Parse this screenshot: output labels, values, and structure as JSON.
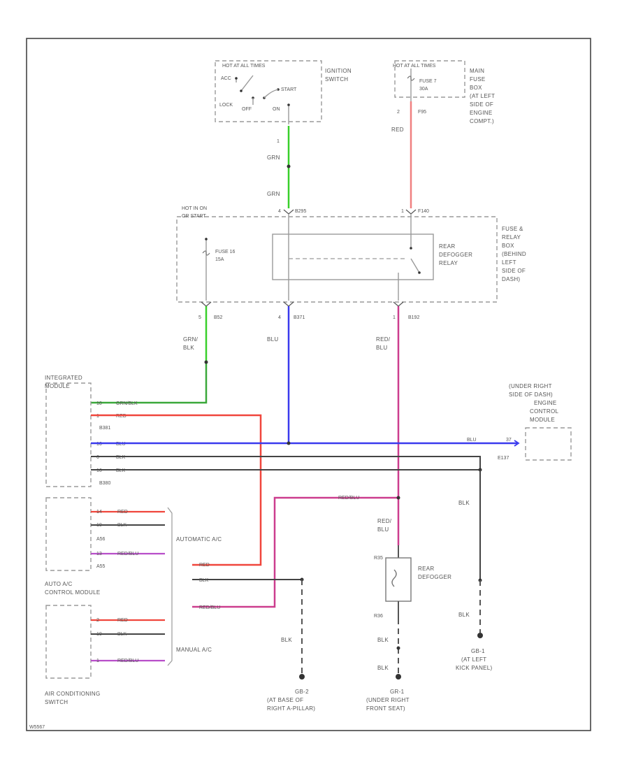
{
  "diagram": {
    "figure_id": "W5567",
    "colors": {
      "GRN": "#39d02a",
      "GRN_BLK": "#3aa83a",
      "RED": "#f0463c",
      "BLU": "#3a3aee",
      "BLK": "#444444",
      "RED_BLU": "#cc3d8e",
      "RED_BLU_ALT": "#b84ec9",
      "PINK": "#f08080"
    },
    "ignition": {
      "hot_label": "HOT AT ALL TIMES",
      "name_1": "IGNITION",
      "name_2": "SWITCH",
      "acc": "ACC",
      "start": "START",
      "lock": "LOCK",
      "off": "OFF",
      "on": "ON"
    },
    "main_fuse": {
      "hot_label": "HOT AT ALL TIMES",
      "fuse_1": "FUSE 7",
      "fuse_2": "30A",
      "desc_1": "MAIN",
      "desc_2": "FUSE",
      "desc_3": "BOX",
      "desc_4": "(AT LEFT",
      "desc_5": "SIDE OF",
      "desc_6": "ENGINE",
      "desc_7": "COMPT.)",
      "pin": "2",
      "conn": "F95"
    },
    "wires": {
      "grn_1": "GRN",
      "grn_2": "GRN",
      "red_1": "RED",
      "grn_blk_1": "GRN/",
      "grn_blk_2": "BLK",
      "blu_1": "BLU",
      "red_blu_1": "RED/",
      "red_blu_2": "BLU",
      "red_blu_3": "RED/",
      "red_blu_4": "BLU",
      "blk_1": "BLK",
      "blk_2": "BLK",
      "blk_3": "BLK",
      "blk_4": "BLK",
      "blk_5": "BLK",
      "pin_ign": "1"
    },
    "relay_box": {
      "hot_label_1": "HOT IN ON",
      "hot_label_2": "OR START",
      "conn_left": "B295",
      "conn_right": "F140",
      "pin_left_top": "4",
      "pin_right_top": "1",
      "fuse_1": "FUSE 16",
      "fuse_2": "15A",
      "relay_1": "REAR",
      "relay_2": "DEFOGGER",
      "relay_3": "RELAY",
      "desc_1": "FUSE &",
      "desc_2": "RELAY",
      "desc_3": "BOX",
      "desc_4": "(BEHIND",
      "desc_5": "LEFT",
      "desc_6": "SIDE OF",
      "desc_7": "DASH)",
      "pin_a": "5",
      "conn_a": "B52",
      "pin_b": "4",
      "conn_b": "B371",
      "pin_c": "1",
      "conn_c": "B192"
    },
    "integrated": {
      "name_1": "INTEGRATED",
      "name_2": "MODULE",
      "pin_a": "10",
      "wire_a": "GRN/BLK",
      "pin_b": "1",
      "wire_b": "RED",
      "conn_top": "B381",
      "pin_c": "16",
      "wire_c": "BLU",
      "pin_d": "6",
      "wire_d": "BLK",
      "pin_e": "16",
      "wire_e": "BLK",
      "conn_bottom": "B380"
    },
    "ecm": {
      "desc_1": "(UNDER RIGHT",
      "desc_2": "SIDE OF DASH)",
      "desc_3": "ENGINE",
      "desc_4": "CONTROL",
      "desc_5": "MODULE",
      "wire": "BLU",
      "pin": "37",
      "conn": "E137"
    },
    "ac_module": {
      "pin_a": "14",
      "wire_a": "RED",
      "pin_b": "10",
      "wire_b": "BLK",
      "conn_a": "A56",
      "pin_c": "13",
      "wire_c": "RED/BLU",
      "conn_b": "A55",
      "name_1": "AUTO A/C",
      "name_2": "CONTROL MODULE",
      "auto_label": "AUTOMATIC A/C",
      "manual_label": "MANUAL A/C"
    },
    "ac_switch": {
      "pin_a": "2",
      "wire_a": "RED",
      "pin_b": "10",
      "wire_b": "BLK",
      "pin_c": "1",
      "wire_c": "RED/BLU",
      "name_1": "AIR CONDITIONING",
      "name_2": "SWITCH"
    },
    "junction_wires": {
      "red": "RED",
      "blk": "BLK",
      "red_blu": "RED/BLU",
      "red_blu_mid": "RED/BLU"
    },
    "defogger": {
      "name_1": "REAR",
      "name_2": "DEFOGGER",
      "conn_top": "R35",
      "conn_bottom": "R36"
    },
    "grounds": {
      "g2_name": "GB-2",
      "g2_desc_1": "(AT BASE OF",
      "g2_desc_2": "RIGHT A-PILLAR)",
      "gr1_name": "GR-1",
      "gr1_desc_1": "(UNDER RIGHT",
      "gr1_desc_2": "FRONT SEAT)",
      "gb1_name": "GB-1",
      "gb1_desc_1": "(AT LEFT",
      "gb1_desc_2": "KICK PANEL)"
    }
  }
}
